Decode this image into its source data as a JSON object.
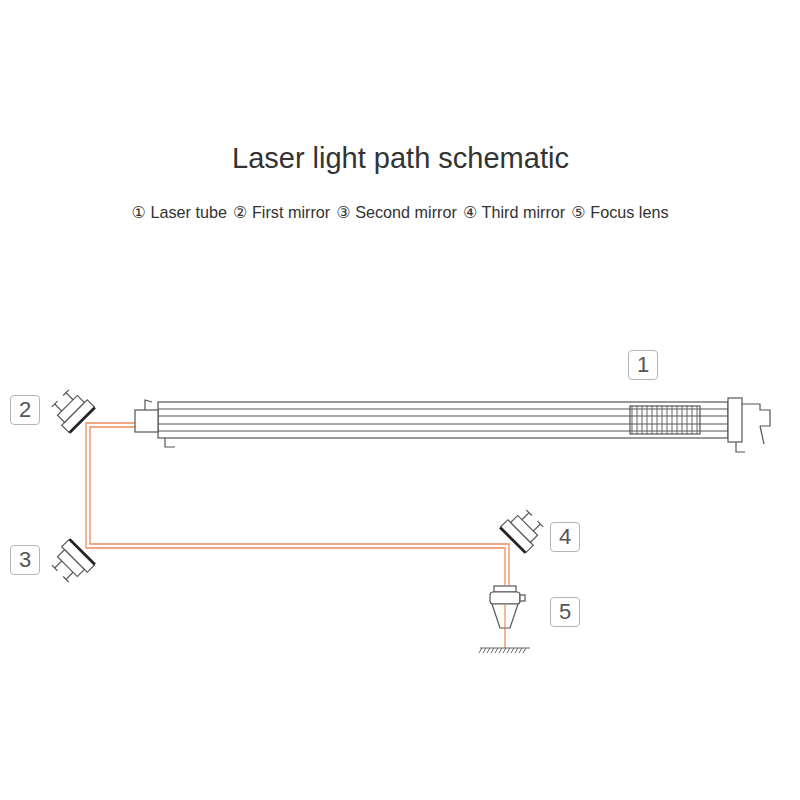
{
  "diagram": {
    "title": "Laser light path schematic",
    "nodes": [
      {
        "text": [
          "1"
        ]
      },
      {
        "text": [
          "2"
        ]
      },
      {
        "text": [
          "3"
        ]
      },
      {
        "text": [
          "4"
        ]
      },
      {
        "text": [
          "5"
        ]
      }
    ],
    "labels": [
      "① Laser tube",
      "② First mirror",
      "③ Second mirror",
      "④ Third mirror",
      "⑤ Focus lens"
    ]
  }
}
